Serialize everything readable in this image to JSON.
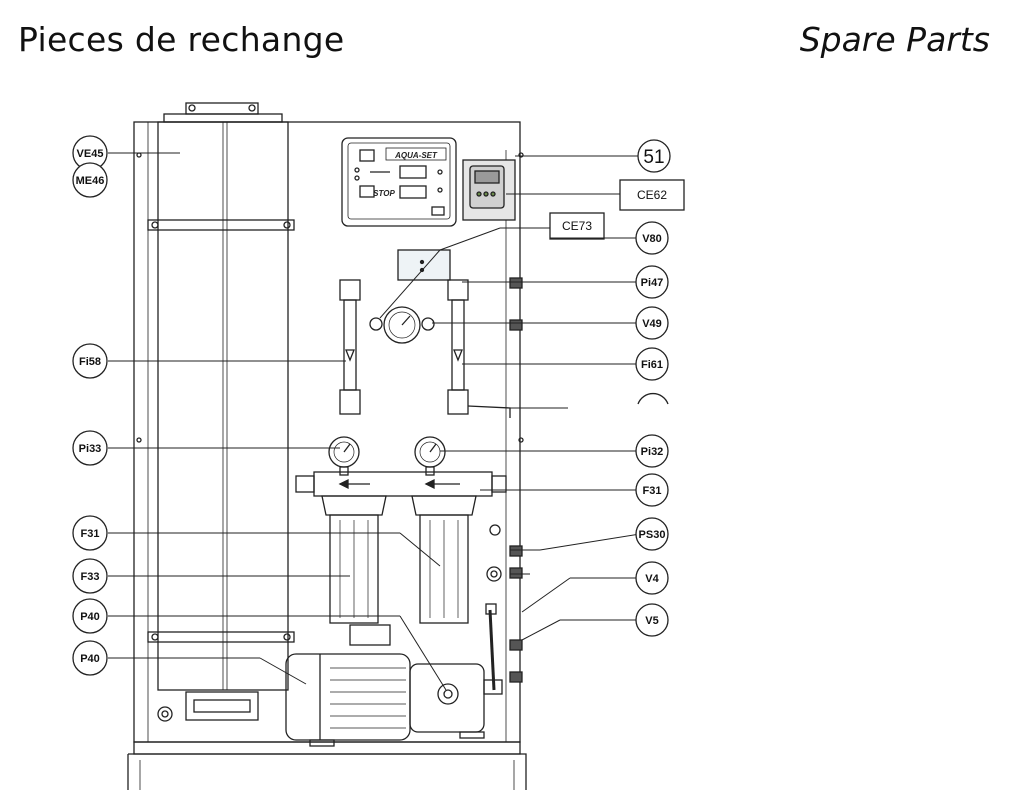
{
  "header": {
    "title_fr": "Pieces de rechange",
    "title_en": "Spare Parts"
  },
  "panel": {
    "brand": "AQUA-SET",
    "stop_label": "STOP"
  },
  "callouts": {
    "ve45": "VE45",
    "me46": "ME46",
    "fi58": "Fi58",
    "pi33": "Pi33",
    "f31_left": "F31",
    "f33": "F33",
    "p40_upper": "P40",
    "p40_lower": "P40",
    "n51": "51",
    "ce62": "CE62",
    "ce73": "CE73",
    "v80": "V80",
    "pi47": "Pi47",
    "v49": "V49",
    "fi61": "Fi61",
    "pi32": "Pi32",
    "f31_right": "F31",
    "ps30": "PS30",
    "v4": "V4",
    "v5": "V5"
  }
}
